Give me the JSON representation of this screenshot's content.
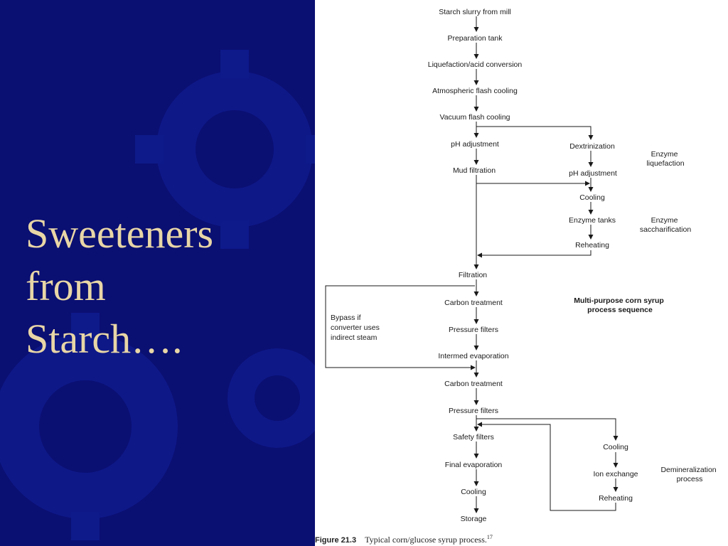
{
  "slide": {
    "title_lines": [
      "Sweeteners",
      "from",
      "Starch…."
    ]
  },
  "figure": {
    "caption_label": "Figure 21.3",
    "caption_text": "Typical corn/glucose syrup process.",
    "caption_ref": "17"
  },
  "diagram": {
    "nodes": [
      {
        "id": "n01",
        "text": "Starch slurry from mill"
      },
      {
        "id": "n02",
        "text": "Preparation tank"
      },
      {
        "id": "n03",
        "text": "Liquefaction/acid conversion"
      },
      {
        "id": "n04",
        "text": "Atmospheric flash cooling"
      },
      {
        "id": "n05",
        "text": "Vacuum flash cooling"
      },
      {
        "id": "n06",
        "text": "pH adjustment"
      },
      {
        "id": "n07",
        "text": "Mud filtration"
      },
      {
        "id": "n08",
        "text": "Dextrinization"
      },
      {
        "id": "n09",
        "text": "pH adjustment"
      },
      {
        "id": "n10",
        "text": "Cooling"
      },
      {
        "id": "n11",
        "text": "Enzyme tanks"
      },
      {
        "id": "n12",
        "text": "Reheating"
      },
      {
        "id": "n13",
        "text": "Filtration"
      },
      {
        "id": "n14",
        "text": "Carbon treatment"
      },
      {
        "id": "n15",
        "text": "Pressure filters"
      },
      {
        "id": "n16",
        "text": "Intermed evaporation"
      },
      {
        "id": "n17",
        "text": "Carbon treatment"
      },
      {
        "id": "n18",
        "text": "Pressure filters"
      },
      {
        "id": "n19",
        "text": "Safety filters"
      },
      {
        "id": "n20",
        "text": "Final evaporation"
      },
      {
        "id": "n21",
        "text": "Cooling"
      },
      {
        "id": "n22",
        "text": "Storage"
      },
      {
        "id": "n23",
        "text": "Cooling"
      },
      {
        "id": "n24",
        "text": "Ion exchange"
      },
      {
        "id": "n25",
        "text": "Reheating"
      }
    ],
    "annotations": [
      {
        "id": "a1",
        "lines": [
          "Enzyme",
          "liquefaction"
        ]
      },
      {
        "id": "a2",
        "lines": [
          "Enzyme",
          "saccharification"
        ]
      },
      {
        "id": "a3",
        "lines": [
          "Multi-purpose corn syrup",
          "process sequence"
        ]
      },
      {
        "id": "a4",
        "lines": [
          "Bypass if",
          "converter uses",
          "indirect steam"
        ]
      },
      {
        "id": "a5",
        "lines": [
          "Demineralization",
          "process"
        ]
      }
    ]
  }
}
